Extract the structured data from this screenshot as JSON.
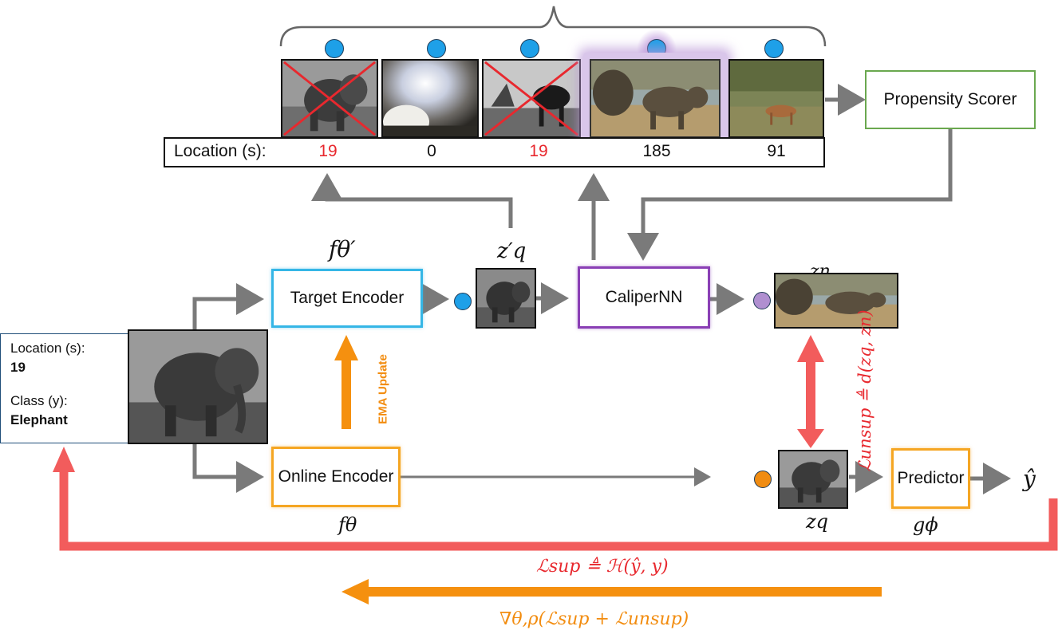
{
  "top_strip": {
    "location_label": "Location (s):",
    "locations": [
      "19",
      "0",
      "19",
      "185",
      "91"
    ],
    "location_colors": [
      "#e8282e",
      "#111111",
      "#e8282e",
      "#111111",
      "#111111"
    ]
  },
  "boxes": {
    "propensity_scorer": "Propensity Scorer",
    "target_encoder": "Target Encoder",
    "caliper_nn": "CaliperNN",
    "online_encoder": "Online Encoder",
    "predictor": "Predictor"
  },
  "symbols": {
    "f_theta_prime": "fθ′",
    "z_q_prime": "z′q",
    "z_n": "zn",
    "f_theta": "fθ",
    "z_q": "zq",
    "g_phi": "gϕ",
    "y_hat": "ŷ"
  },
  "info_panel": {
    "location_label": "Location (s):",
    "location_value": "19",
    "class_label": "Class (y):",
    "class_value": "Elephant"
  },
  "labels": {
    "ema_update": "EMA Update",
    "loss_unsup": "ℒunsup ≜ d(zq, zn)",
    "loss_sup": "ℒsup ≜ ℋ(ŷ, y)",
    "gradient": "∇θ,ρ(ℒsup + ℒunsup)"
  },
  "colors": {
    "gray_arrow": "#7a7a7a",
    "red_arrow": "#f25c5c",
    "orange_arrow": "#f5900f",
    "target_border": "#35b6e6",
    "caliper_border": "#8a3fb5",
    "online_border": "#f5a623",
    "propensity_border": "#6aa84f",
    "blue_dot": "#1ea0e8",
    "purple_dot": "#b08fd0",
    "orange_dot": "#f08c12"
  }
}
